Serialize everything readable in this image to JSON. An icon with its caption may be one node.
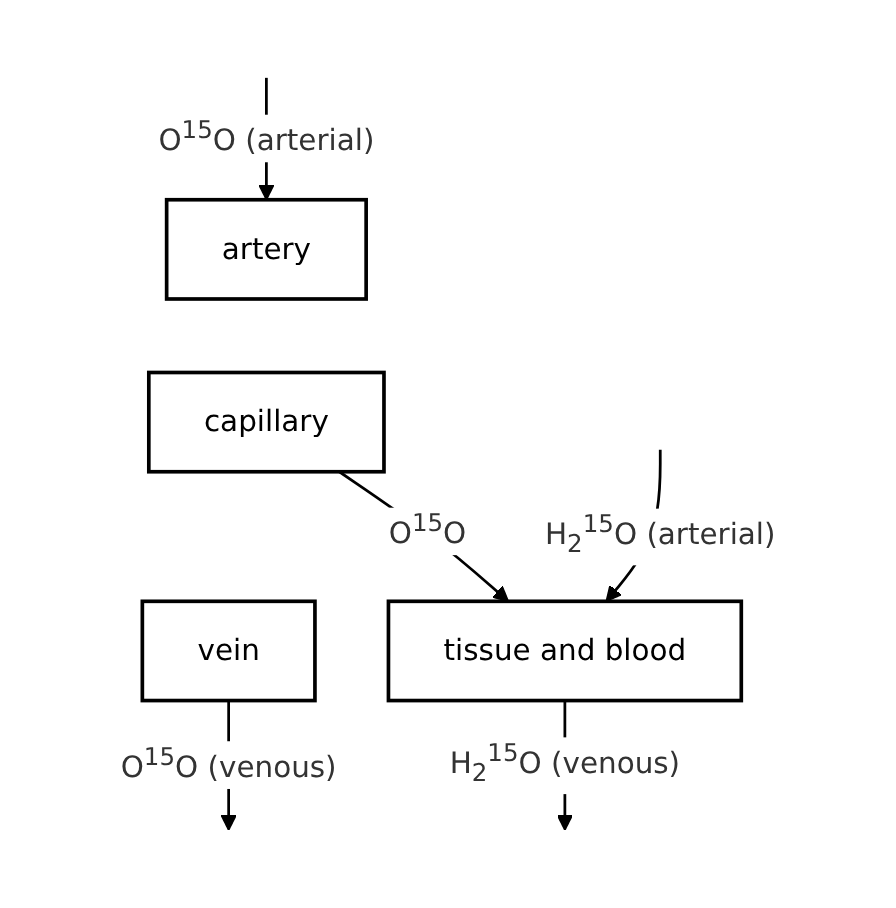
{
  "diagram": {
    "nodes": [
      {
        "text": [
          "artery"
        ]
      },
      {
        "text": [
          "capillary"
        ]
      },
      {
        "text": [
          "vein"
        ]
      },
      {
        "text": [
          "tissue and blood"
        ]
      }
    ],
    "edges": [
      {
        "from": null,
        "to": 0,
        "arrow": "to",
        "label": "O$^{15}$O (arterial)"
      },
      {
        "from": 1,
        "to": 3,
        "arrow": "to",
        "label": "O$^{15}$O"
      },
      {
        "from": 2,
        "to": null,
        "arrow": "to",
        "label": "O$^{15}$O (venous)"
      },
      {
        "from": null,
        "to": 3,
        "arrow": "to",
        "label": "H$_{2}$$^{15}$O (arterial)"
      },
      {
        "from": 3,
        "to": null,
        "arrow": "to",
        "label": "H$_{2}$$^{15}$O (venous)"
      }
    ]
  }
}
